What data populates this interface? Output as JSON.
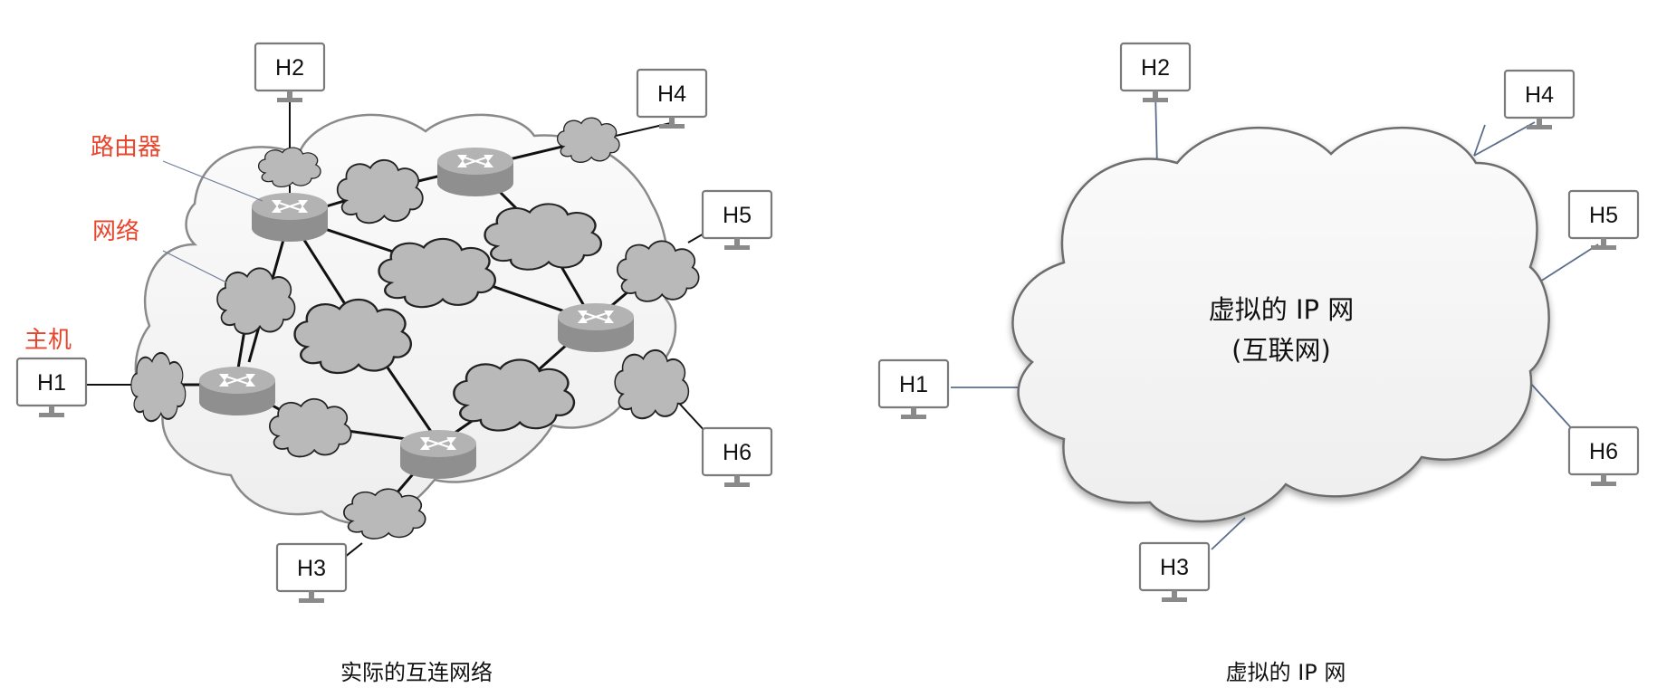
{
  "labels": {
    "router": "路由器",
    "network": "网络",
    "host": "主机"
  },
  "hosts_left": [
    "H1",
    "H2",
    "H3",
    "H4",
    "H5",
    "H6"
  ],
  "hosts_right": [
    "H1",
    "H2",
    "H3",
    "H4",
    "H5",
    "H6"
  ],
  "virtual_cloud": {
    "line1": "虚拟的 IP 网",
    "line2": "(互联网)"
  },
  "captions": {
    "left": "实际的互连网络",
    "right": "虚拟的 IP 网"
  },
  "colors": {
    "label_red": "#e8452c",
    "router_gray": "#8f8f8f",
    "cloud_gray": "#b9b9b9",
    "link_blue": "#5a6e8c"
  }
}
